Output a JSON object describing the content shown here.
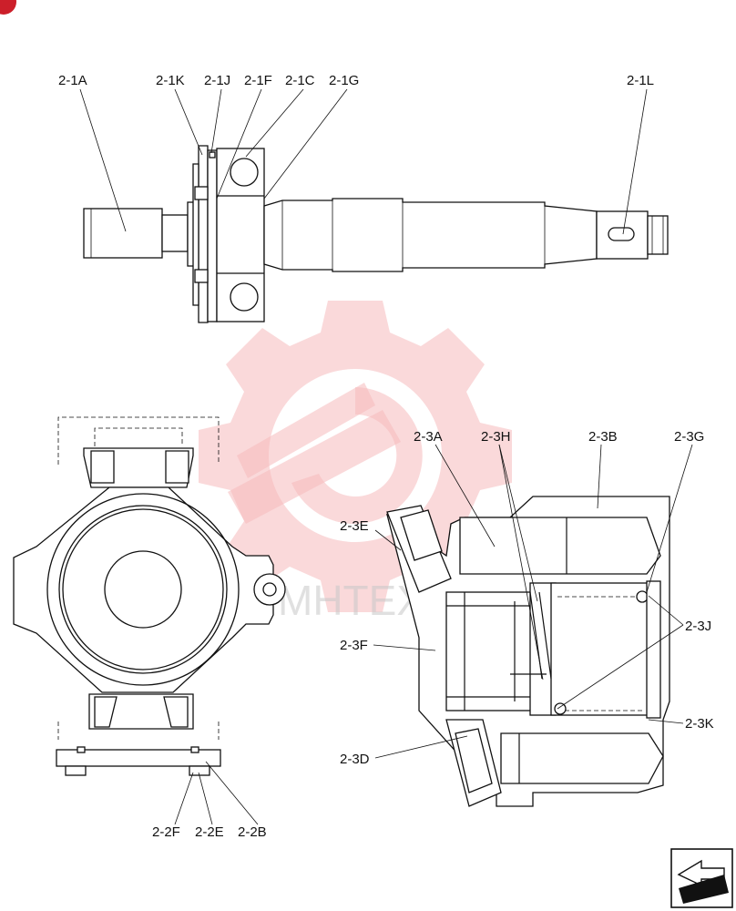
{
  "labels": {
    "a_2_1A": "2-1A",
    "a_2_1K": "2-1K",
    "a_2_1J": "2-1J",
    "a_2_1F": "2-1F",
    "a_2_1C": "2-1C",
    "a_2_1G": "2-1G",
    "a_2_1L": "2-1L",
    "a_2_3A": "2-3A",
    "a_2_3H": "2-3H",
    "a_2_3B": "2-3B",
    "a_2_3G": "2-3G",
    "a_2_3E": "2-3E",
    "a_2_3F": "2-3F",
    "a_2_3J": "2-3J",
    "a_2_3K": "2-3K",
    "a_2_3D": "2-3D",
    "a_2_2F": "2-2F",
    "a_2_2E": "2-2E",
    "a_2_2B": "2-2B"
  },
  "watermark": {
    "text": "MHTEX",
    "color": "#f6b9bc"
  }
}
